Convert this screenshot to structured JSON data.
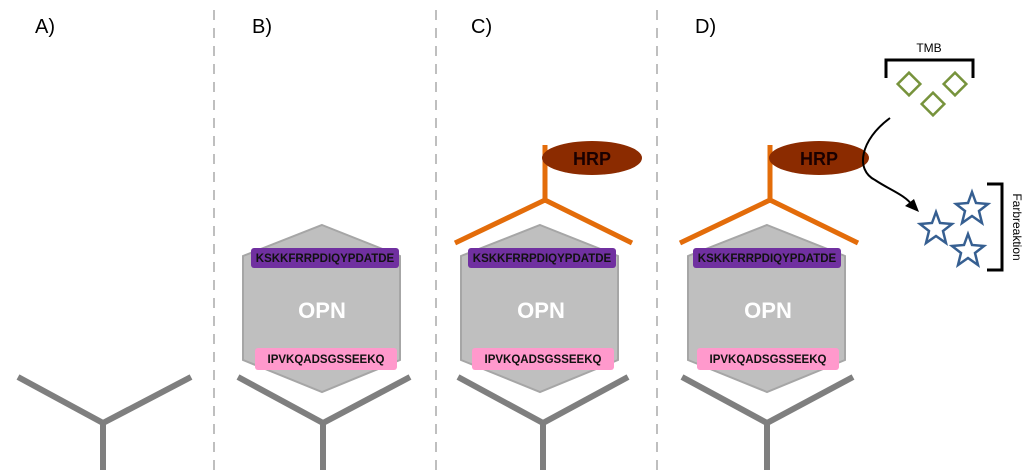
{
  "panels": [
    {
      "label": "A)"
    },
    {
      "label": "B)",
      "protein": "OPN",
      "peptide_top": "KSKKFRRPDIQYPDATDE",
      "peptide_bottom": "IPVKQADSGSSEEKQ"
    },
    {
      "label": "C)",
      "protein": "OPN",
      "peptide_top": "KSKKFRRPDIQYPDATDE",
      "peptide_bottom": "IPVKQADSGSSEEKQ",
      "enzyme": "HRP"
    },
    {
      "label": "D)",
      "protein": "OPN",
      "peptide_top": "KSKKFRRPDIQYPDATDE",
      "peptide_bottom": "IPVKQADSGSSEEKQ",
      "enzyme": "HRP"
    }
  ],
  "substrate_label": "TMB",
  "reaction_label": "Farbreaktion",
  "colors": {
    "capture_antibody": "#7f7f7f",
    "detection_antibody": "#e36c0a",
    "hrp": "#8b2b00",
    "opn": "#bfbfbf",
    "peptide_top": "#7030a0",
    "peptide_bottom": "#ff99cc",
    "tmb_diamond": "#77933c",
    "star": "#365f91",
    "divider": "#bfbfbf"
  }
}
